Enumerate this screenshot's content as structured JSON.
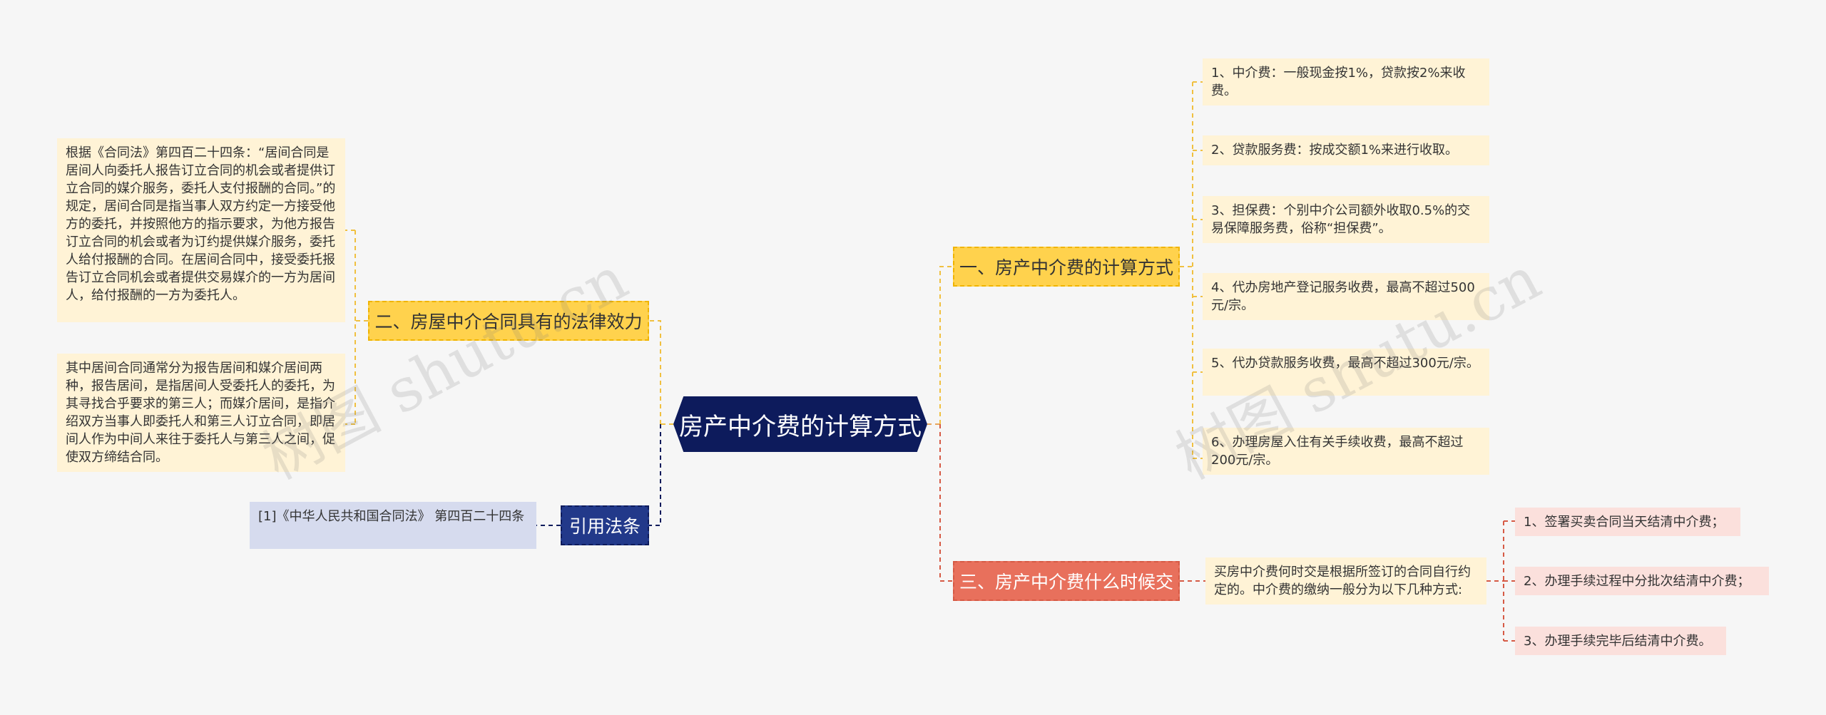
{
  "center": {
    "title": "房产中介费的计算方式"
  },
  "branches": {
    "calc": {
      "label": "一、房产中介费的计算方式",
      "items": [
        "1、中介费：一般现金按1%，贷款按2%来收费。",
        "2、贷款服务费：按成交额1%来进行收取。",
        "3、担保费：个别中介公司额外收取0.5%的交易保障服务费，俗称“担保费”。",
        "4、代办房地产登记服务收费，最高不超过500元/宗。",
        "5、代办贷款服务收费，最高不超过300元/宗。",
        "6、办理房屋入住有关手续收费，最高不超过200元/宗。"
      ]
    },
    "when": {
      "label": "三、房产中介费什么时候交",
      "intro": "买房中介费何时交是根据所签订的合同自行约定的。中介费的缴纳一般分为以下几种方式:",
      "items": [
        "1、签署买卖合同当天结清中介费；",
        "2、办理手续过程中分批次结清中介费；",
        "3、办理手续完毕后结清中介费。"
      ]
    },
    "legal": {
      "label": "二、房屋中介合同具有的法律效力",
      "items": [
        "根据《合同法》第四百二十四条：“居间合同是居间人向委托人报告订立合同的机会或者提供订立合同的媒介服务，委托人支付报酬的合同。”的规定，居间合同是指当事人双方约定一方接受他方的委托，并按照他方的指示要求，为他方报告订立合同的机会或者为订约提供媒介服务，委托人给付报酬的合同。在居间合同中，接受委托报告订立合同机会或者提供交易媒介的一方为居间人，给付报酬的一方为委托人。",
        "其中居间合同通常分为报告居间和媒介居间两种，报告居间，是指居间人受委托人的委托，为其寻找合乎要求的第三人；而媒介居间，是指介绍双方当事人即委托人和第三人订立合同，即居间人作为中间人来往于委托人与第三人之间，促使双方缔结合同。"
      ]
    },
    "cite": {
      "label": "引用法条",
      "items": [
        "[1]《中华人民共和国合同法》 第四百二十四条"
      ]
    }
  },
  "watermarks": [
    "树图 shutu.cn",
    "树图 shutu.cn"
  ],
  "colors": {
    "center": "#0d1b5c",
    "yellow": "#ffd24d",
    "red": "#e8705c",
    "blue": "#22398a",
    "leaf_yellow": "#fff3d6",
    "leaf_pink": "#fbe0dc",
    "leaf_blue": "#d6dbee"
  }
}
